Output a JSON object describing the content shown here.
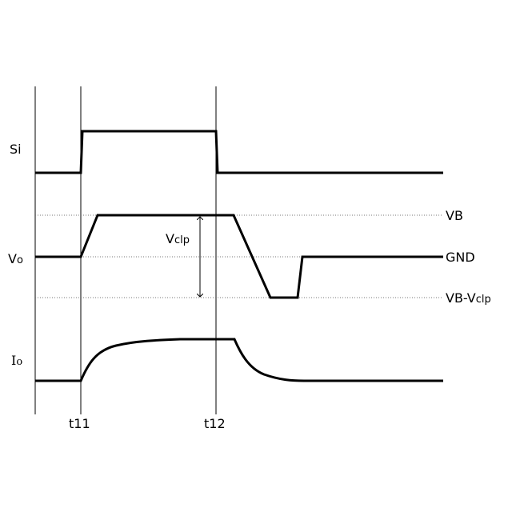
{
  "signals": {
    "si": "Si",
    "vo_main": "V",
    "vo_sub": "o",
    "io_main": "I",
    "io_sub": "o"
  },
  "levels": {
    "vb": "VB",
    "gnd": "GND",
    "vb_vclp_main": "VB-V",
    "vb_vclp_sub": "clp"
  },
  "annotation": {
    "vclp_main": "V",
    "vclp_sub": "clp"
  },
  "times": {
    "t11": "t11",
    "t12": "t12"
  }
}
